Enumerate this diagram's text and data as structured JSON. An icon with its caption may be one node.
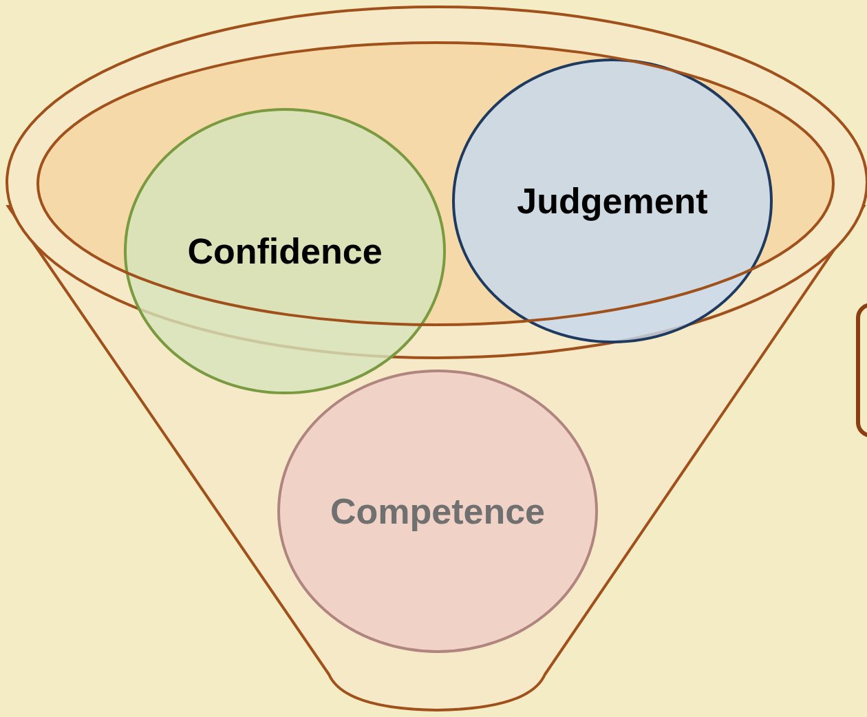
{
  "diagram": {
    "nodes": [
      {
        "text": [
          "Confidence"
        ]
      },
      {
        "text": [
          "Judgement"
        ]
      },
      {
        "text": [
          "Competence"
        ]
      }
    ],
    "edges": []
  }
}
